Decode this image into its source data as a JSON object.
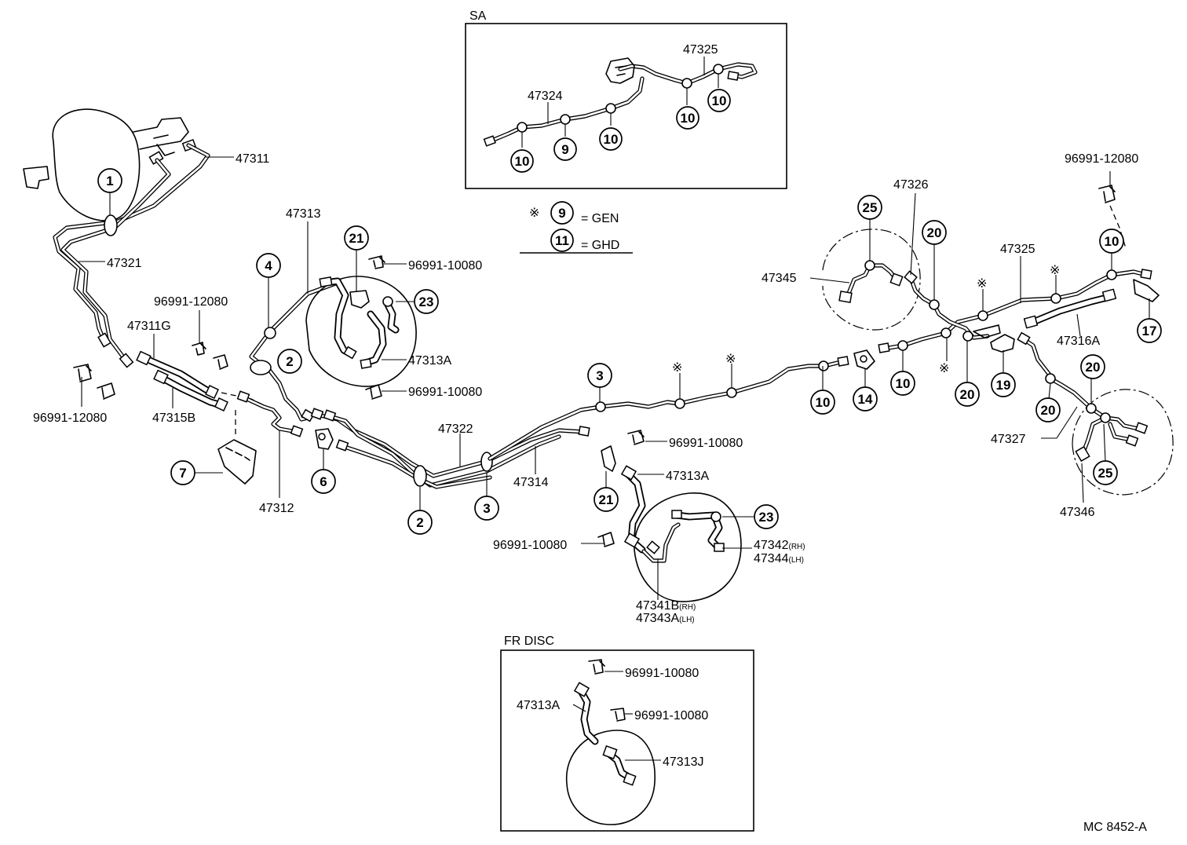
{
  "diagram": {
    "inset_sa": {
      "title": "SA"
    },
    "inset_fr": {
      "title": "FR DISC"
    },
    "legend": {
      "symbol": "※",
      "gen_num": "9",
      "gen_text": "= GEN",
      "ghd_num": "11",
      "ghd_text": "= GHD"
    },
    "drawing_code": "MC 8452-A",
    "part_labels": [
      {
        "id": "l01",
        "text": "47311"
      },
      {
        "id": "l02",
        "text": "47321"
      },
      {
        "id": "l03",
        "text": "96991-12080"
      },
      {
        "id": "l04",
        "text": "47311G"
      },
      {
        "id": "l05",
        "text": "96991-12080"
      },
      {
        "id": "l06",
        "text": "47315B"
      },
      {
        "id": "l07",
        "text": "47312"
      },
      {
        "id": "l08",
        "text": "47313"
      },
      {
        "id": "l09",
        "text": "96991-10080"
      },
      {
        "id": "l10",
        "text": "47313A"
      },
      {
        "id": "l11",
        "text": "96991-10080"
      },
      {
        "id": "l12",
        "text": "47322"
      },
      {
        "id": "l13",
        "text": "47314"
      },
      {
        "id": "l14",
        "text": "96991-10080"
      },
      {
        "id": "l15",
        "text": "47313A"
      },
      {
        "id": "l16",
        "text": "96991-10080"
      },
      {
        "id": "l17",
        "text": "47342"
      },
      {
        "id": "l18",
        "text": "47344"
      },
      {
        "id": "l19",
        "text": "47341B"
      },
      {
        "id": "l20",
        "text": "47343A"
      },
      {
        "id": "l21",
        "text": "47345"
      },
      {
        "id": "l22",
        "text": "47326"
      },
      {
        "id": "l23",
        "text": "47325"
      },
      {
        "id": "l24",
        "text": "96991-12080"
      },
      {
        "id": "l25",
        "text": "47316A"
      },
      {
        "id": "l26",
        "text": "47327"
      },
      {
        "id": "l27",
        "text": "47346"
      },
      {
        "id": "l28",
        "text": "47325"
      },
      {
        "id": "l29",
        "text": "47324"
      },
      {
        "id": "l30",
        "text": "96991-10080"
      },
      {
        "id": "l31",
        "text": "47313A"
      },
      {
        "id": "l32",
        "text": "96991-10080"
      },
      {
        "id": "l33",
        "text": "47313J"
      }
    ],
    "suffix_labels": [
      {
        "id": "s17",
        "text": "(RH)"
      },
      {
        "id": "s18",
        "text": "(LH)"
      },
      {
        "id": "s19",
        "text": "(RH)"
      },
      {
        "id": "s20",
        "text": "(LH)"
      }
    ],
    "callouts": [
      {
        "id": "c01",
        "text": "1"
      },
      {
        "id": "c02",
        "text": "4"
      },
      {
        "id": "c03",
        "text": "2"
      },
      {
        "id": "c04",
        "text": "21"
      },
      {
        "id": "c05",
        "text": "23"
      },
      {
        "id": "c06",
        "text": "7"
      },
      {
        "id": "c07",
        "text": "6"
      },
      {
        "id": "c08",
        "text": "2"
      },
      {
        "id": "c09",
        "text": "3"
      },
      {
        "id": "c10",
        "text": "3"
      },
      {
        "id": "c11",
        "text": "21"
      },
      {
        "id": "c12",
        "text": "23"
      },
      {
        "id": "c13",
        "text": "10"
      },
      {
        "id": "c14",
        "text": "14"
      },
      {
        "id": "c15",
        "text": "10"
      },
      {
        "id": "c16",
        "text": "25"
      },
      {
        "id": "c17",
        "text": "20"
      },
      {
        "id": "c18",
        "text": "20"
      },
      {
        "id": "c19",
        "text": "19"
      },
      {
        "id": "c20",
        "text": "10"
      },
      {
        "id": "c21",
        "text": "17"
      },
      {
        "id": "c22",
        "text": "20"
      },
      {
        "id": "c23",
        "text": "20"
      },
      {
        "id": "c24",
        "text": "25"
      },
      {
        "id": "c25",
        "text": "10"
      },
      {
        "id": "c26",
        "text": "9"
      },
      {
        "id": "c27",
        "text": "10"
      },
      {
        "id": "c28",
        "text": "10"
      },
      {
        "id": "c29",
        "text": "10"
      }
    ],
    "marks": [
      {
        "id": "m1",
        "text": "※"
      },
      {
        "id": "m2",
        "text": "※"
      },
      {
        "id": "m3",
        "text": "※"
      },
      {
        "id": "m4",
        "text": "※"
      },
      {
        "id": "m5",
        "text": "※"
      }
    ]
  }
}
